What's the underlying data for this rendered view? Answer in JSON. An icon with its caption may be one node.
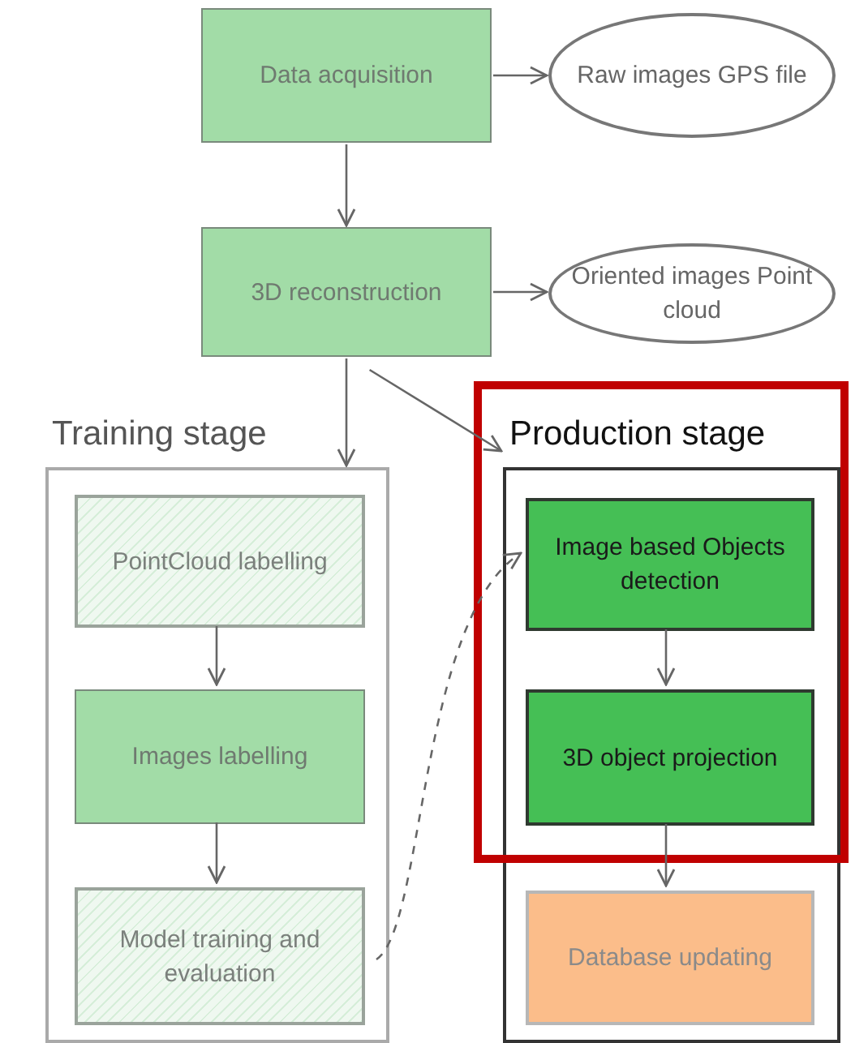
{
  "diagram": {
    "nodes": [
      {
        "text": [
          "Data acquisition"
        ]
      },
      {
        "text": [
          "Raw images GPS file"
        ]
      },
      {
        "text": [
          "3D reconstruction"
        ]
      },
      {
        "text": [
          "Oriented images Point cloud"
        ]
      },
      {
        "text": [
          "Training stage"
        ]
      },
      {
        "text": [
          "PointCloud labelling"
        ],
        "in": 4
      },
      {
        "text": [
          "Images labelling"
        ],
        "in": 4
      },
      {
        "text": [
          "Model training and evaluation"
        ],
        "in": 4
      },
      {
        "text": [
          "Production stage"
        ]
      },
      {
        "text": [
          "Image based Objects detection"
        ],
        "in": 8
      },
      {
        "text": [
          "3D object projection"
        ],
        "in": 8
      },
      {
        "text": [
          "Database updating"
        ],
        "in": 8
      }
    ],
    "edges": [
      {
        "from": 0,
        "to": 1,
        "arrow": "to"
      },
      {
        "from": 0,
        "to": 2,
        "arrow": "to"
      },
      {
        "from": 2,
        "to": 3,
        "arrow": "to"
      },
      {
        "from": 2,
        "to": 4,
        "arrow": "to"
      },
      {
        "from": 2,
        "to": 8,
        "arrow": "to"
      },
      {
        "from": 5,
        "to": 6,
        "arrow": "to"
      },
      {
        "from": 6,
        "to": 7,
        "arrow": "to"
      },
      {
        "from": 7,
        "to": 9,
        "arrow": "to",
        "style": "dashed"
      },
      {
        "from": 9,
        "to": 10,
        "arrow": "to"
      },
      {
        "from": 10,
        "to": 11,
        "arrow": "to"
      }
    ]
  }
}
